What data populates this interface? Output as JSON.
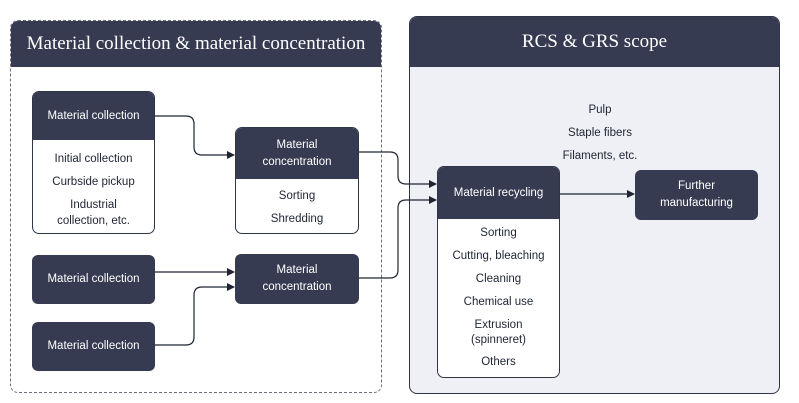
{
  "left_panel": {
    "title": "Material collection & material concentration"
  },
  "right_panel": {
    "title": "RCS & GRS scope"
  },
  "collection_card": {
    "title": "Material collection",
    "items": [
      "Initial collection",
      "Curbside pickup",
      "Industrial",
      "collection, etc."
    ]
  },
  "collection_2": {
    "title": "Material collection"
  },
  "collection_3": {
    "title": "Material collection"
  },
  "concentration_card": {
    "title_line1": "Material",
    "title_line2": "concentration",
    "items": [
      "Sorting",
      "Shredding"
    ]
  },
  "concentration_2": {
    "title_line1": "Material",
    "title_line2": "concentration"
  },
  "recycling_card": {
    "title": "Material recycling",
    "items": [
      "Sorting",
      "Cutting, bleaching",
      "Cleaning",
      "Chemical use",
      "Extrusion",
      "(spinneret)",
      "Others"
    ]
  },
  "outputs": [
    "Pulp",
    "Staple fibers",
    "Filaments, etc."
  ],
  "further": {
    "line1": "Further",
    "line2": "manufacturing"
  },
  "colors": {
    "dark": "#363b52",
    "panel_bg": "#eef0f5",
    "line": "#1f2433"
  }
}
